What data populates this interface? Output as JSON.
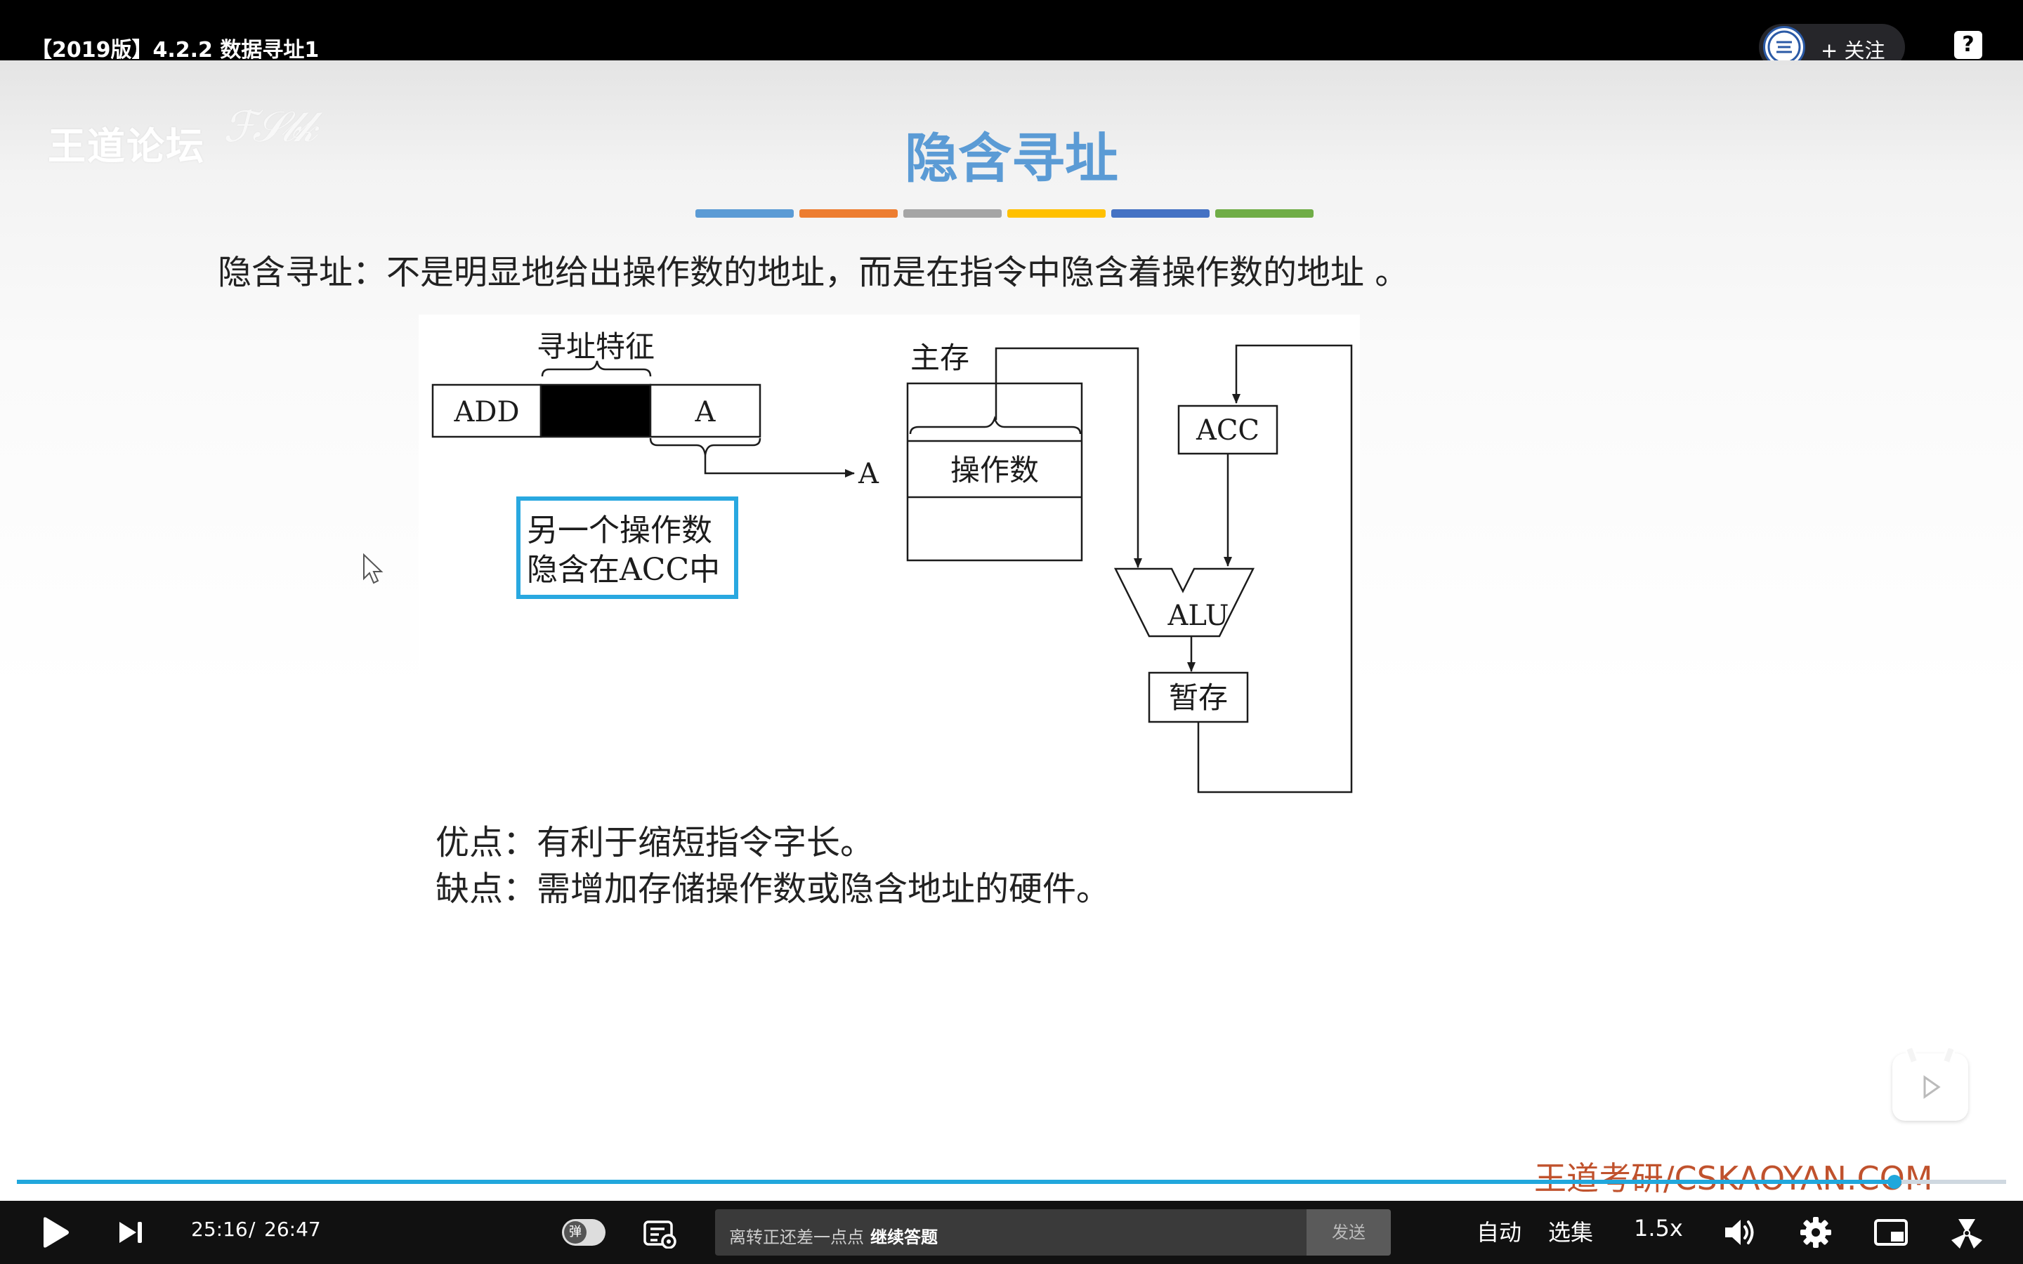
{
  "header": {
    "video_title": "【2019版】4.2.2 数据寻址1",
    "follow_label": "+ 关注",
    "help_label": "?"
  },
  "slide": {
    "watermark": "王道论坛",
    "title": "隐含寻址",
    "title_underline_colors": [
      "#5b9bd5",
      "#ed7d31",
      "#a5a5a5",
      "#ffc000",
      "#4472c4",
      "#70ad47"
    ],
    "definition": "隐含寻址：不是明显地给出操作数的地址，而是在指令中隐含着操作数的地址 。",
    "diagram": {
      "feature_label": "寻址特征",
      "opcode": "ADD",
      "address_field": "A",
      "arrow_target": "A",
      "callout_line1": "另一个操作数",
      "callout_line2": "隐含在ACC中",
      "callout_color": "#29a8e0",
      "memory_label": "主存",
      "operand_label": "操作数",
      "acc_label": "ACC",
      "alu_label": "ALU",
      "temp_label": "暂存"
    },
    "advantage": "优点：有利于缩短指令字长。",
    "disadvantage": "缺点：需增加存储操作数或隐含地址的硬件。",
    "brand": "王道考研/CSKAOYAN.COM"
  },
  "controls": {
    "time_current": "25:16",
    "time_separator": "/",
    "time_total": "26:47",
    "progress": 0.944,
    "danmaku_toggle_label": "弹",
    "danmaku_hint": "离转正还差一点点",
    "danmaku_link": "继续答题",
    "send_label": "发送",
    "auto_label": "自动",
    "episodes_label": "选集",
    "speed_label": "1.5x",
    "accent_color": "#21a7dc"
  }
}
